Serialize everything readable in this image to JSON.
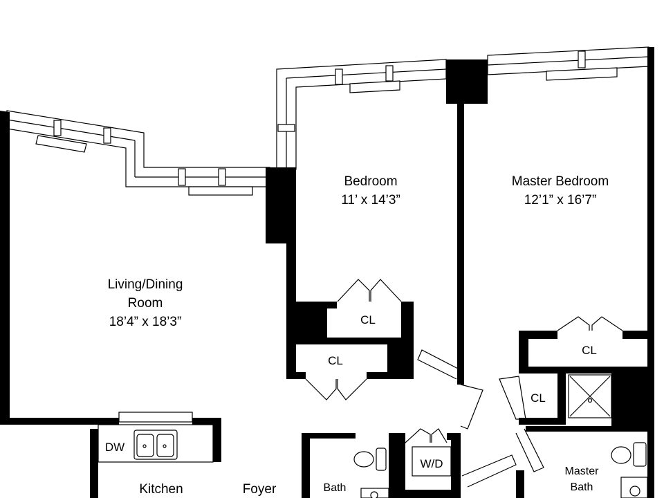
{
  "plan": {
    "rooms": {
      "living": {
        "line1": "Living/Dining",
        "line2": "Room",
        "dims": "18’4” x 18’3”"
      },
      "bedroom": {
        "name": "Bedroom",
        "dims": "11’ x 14’3”"
      },
      "master_bedroom": {
        "name": "Master Bedroom",
        "dims": "12’1” x 16’7”"
      },
      "kitchen": {
        "name": "Kitchen"
      },
      "foyer": {
        "name": "Foyer"
      },
      "bath": {
        "name": "Bath"
      },
      "master_bath": {
        "line1": "Master",
        "line2": "Bath"
      }
    },
    "closets": {
      "bedroom_closet": "CL",
      "hall_closet": "CL",
      "master_closet": "CL",
      "master_bath_closet": "CL"
    },
    "fixtures": {
      "dishwasher": "DW",
      "washer_dryer": "W/D"
    },
    "colors": {
      "wall": "#000000",
      "background": "#ffffff"
    }
  }
}
